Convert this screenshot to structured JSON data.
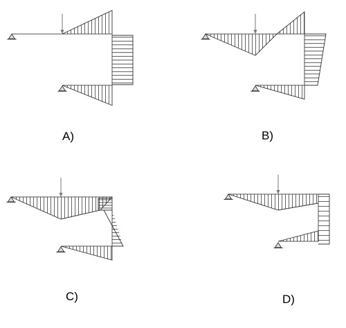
{
  "options": [
    {
      "id": "A",
      "label": "A)"
    },
    {
      "id": "B",
      "label": "B)"
    },
    {
      "id": "C",
      "label": "C)"
    },
    {
      "id": "D",
      "label": "D)"
    }
  ]
}
